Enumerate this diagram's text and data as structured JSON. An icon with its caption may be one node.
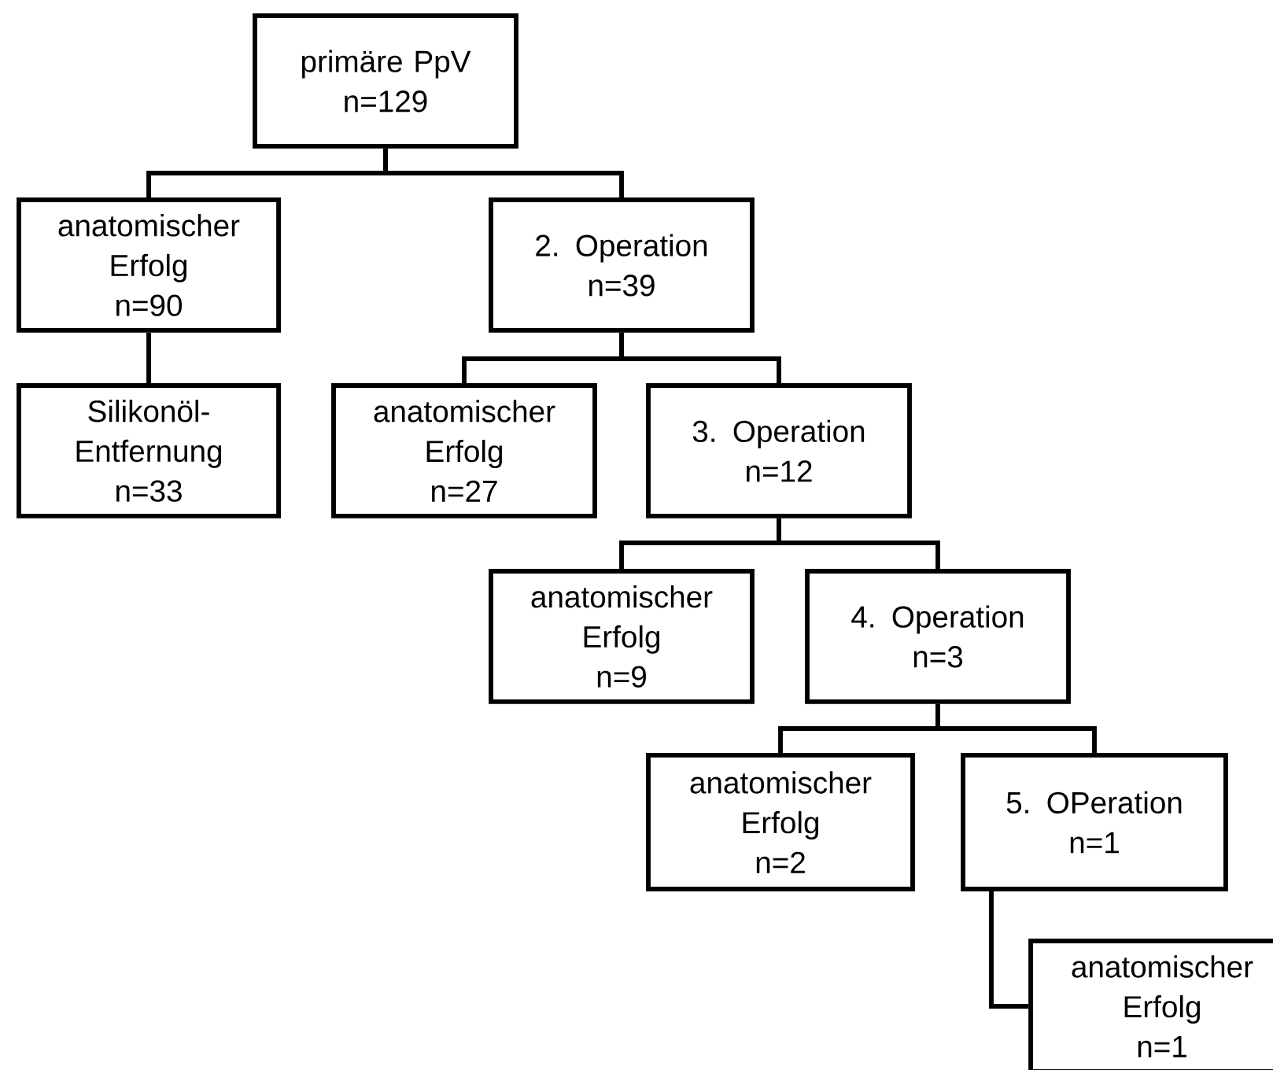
{
  "diagram": {
    "nodes": [
      {
        "text": [
          "primäre PpV",
          "n=129"
        ]
      },
      {
        "text": [
          "anatomischer Erfolg",
          "n=90"
        ]
      },
      {
        "text": [
          "2. Operation",
          "n=39"
        ]
      },
      {
        "text": [
          "Silikonöl-Entfernung",
          "n=33"
        ]
      },
      {
        "text": [
          "anatomischer Erfolg",
          "n=27"
        ]
      },
      {
        "text": [
          "3. Operation",
          "n=12"
        ]
      },
      {
        "text": [
          "anatomischer Erfolg",
          "n=9"
        ]
      },
      {
        "text": [
          "4. Operation",
          "n=3"
        ]
      },
      {
        "text": [
          "anatomischer Erfolg",
          "n=2"
        ]
      },
      {
        "text": [
          "5. OPeration",
          "n=1"
        ]
      },
      {
        "text": [
          "anatomischer Erfolg",
          "n=1"
        ]
      }
    ],
    "edges": [
      {
        "from": 0,
        "to": 1,
        "arrow": "none"
      },
      {
        "from": 0,
        "to": 2,
        "arrow": "none"
      },
      {
        "from": 1,
        "to": 3,
        "arrow": "none"
      },
      {
        "from": 2,
        "to": 4,
        "arrow": "none"
      },
      {
        "from": 2,
        "to": 5,
        "arrow": "none"
      },
      {
        "from": 5,
        "to": 6,
        "arrow": "none"
      },
      {
        "from": 5,
        "to": 7,
        "arrow": "none"
      },
      {
        "from": 7,
        "to": 8,
        "arrow": "none"
      },
      {
        "from": 7,
        "to": 9,
        "arrow": "none"
      },
      {
        "from": 9,
        "to": 10,
        "arrow": "none"
      }
    ]
  }
}
